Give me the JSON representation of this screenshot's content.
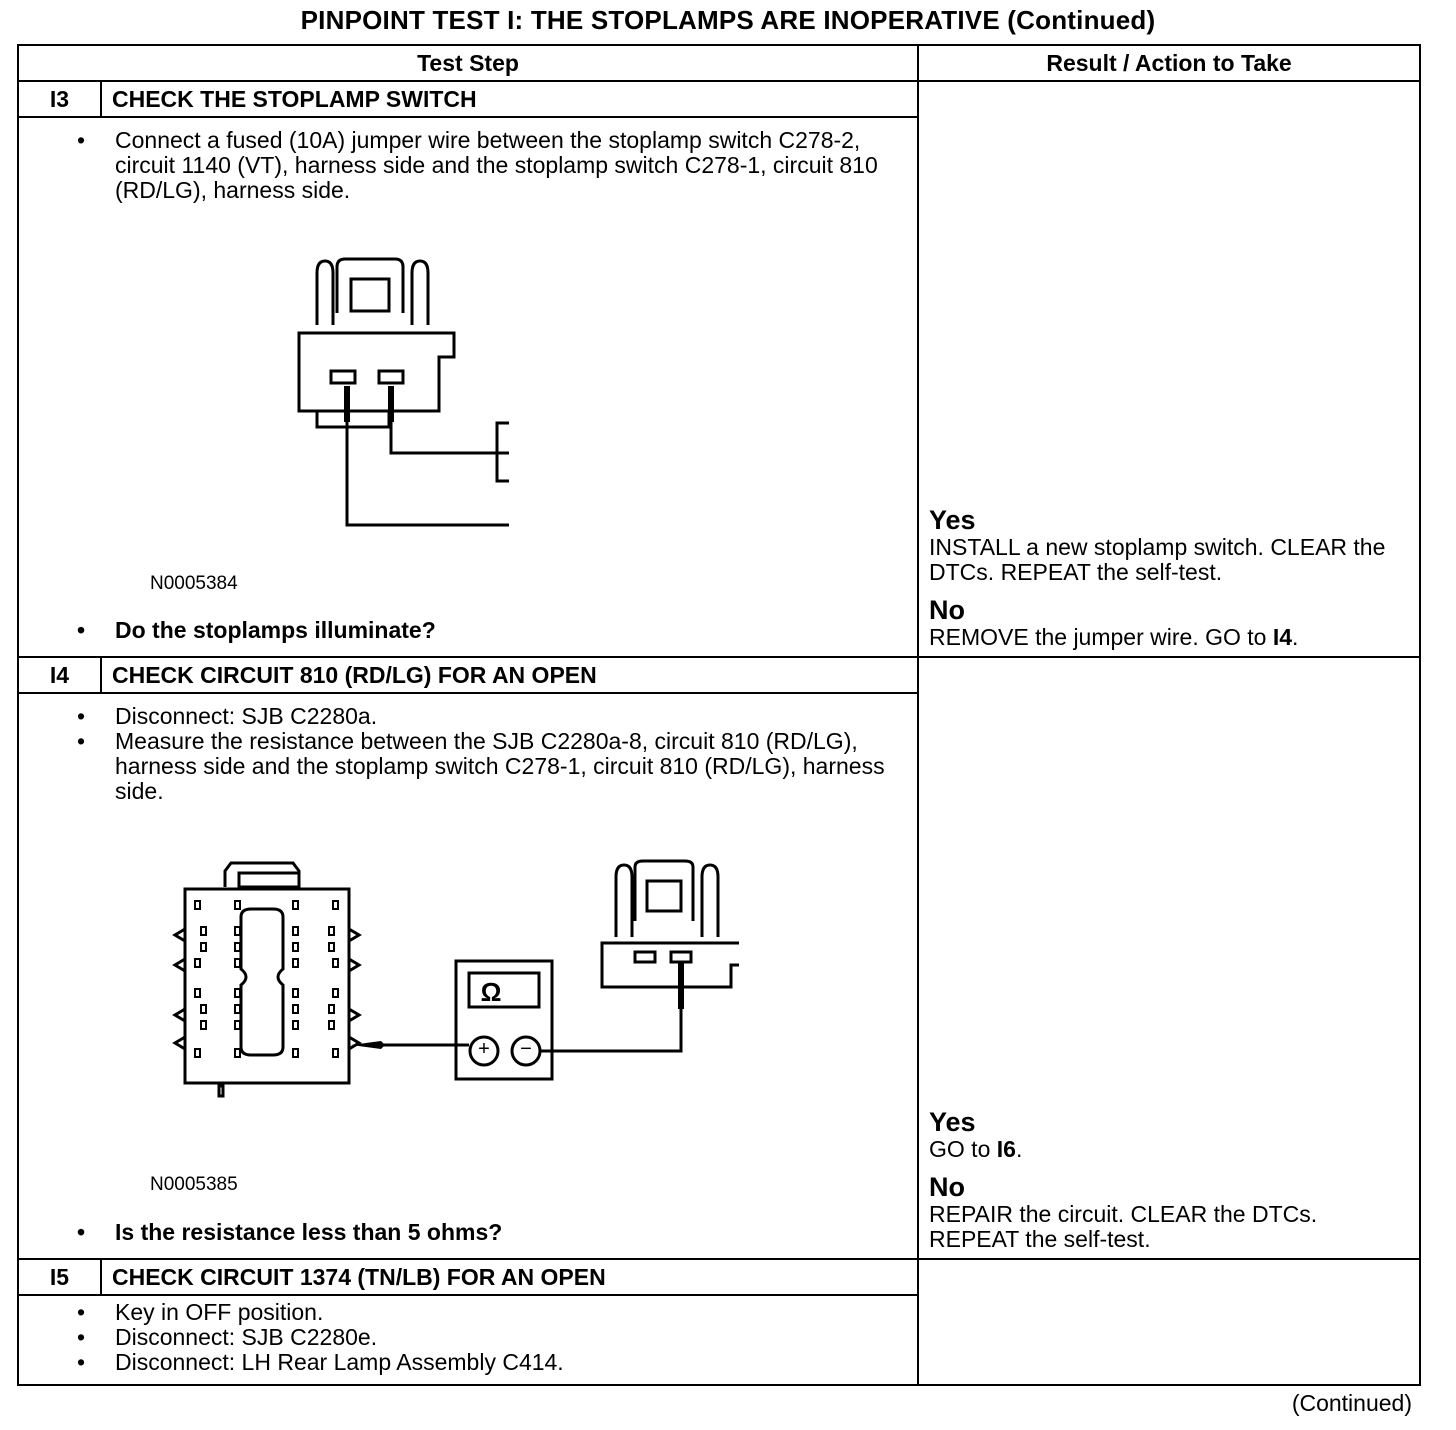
{
  "title": "PINPOINT TEST I: THE STOPLAMPS ARE INOPERATIVE (Continued)",
  "headers": {
    "test_step": "Test Step",
    "result": "Result / Action to Take"
  },
  "steps": [
    {
      "id": "I3",
      "title": "CHECK THE STOPLAMP SWITCH",
      "bullets": [
        "Connect a fused (10A) jumper wire between the stoplamp switch C278-2, circuit 1140 (VT), harness side and the stoplamp switch C278-1, circuit 810 (RD/LG), harness side."
      ],
      "figure_code": "N0005384",
      "question": "Do the stoplamps illuminate?",
      "yes_label": "Yes",
      "yes_text": "INSTALL a new stoplamp switch. CLEAR the DTCs. REPEAT the self-test.",
      "no_label": "No",
      "no_text_pre": "REMOVE the jumper wire. GO to ",
      "no_link": "I4",
      "no_text_post": "."
    },
    {
      "id": "I4",
      "title": "CHECK CIRCUIT 810 (RD/LG) FOR AN OPEN",
      "bullets": [
        "Disconnect: SJB C2280a.",
        "Measure the resistance between the SJB C2280a-8, circuit 810 (RD/LG), harness side and the stoplamp switch C278-1, circuit 810 (RD/LG), harness side."
      ],
      "figure_code": "N0005385",
      "meter_symbol": "Ω",
      "meter_plus": "+",
      "meter_minus": "−",
      "question": "Is the resistance less than 5 ohms?",
      "yes_label": "Yes",
      "yes_text_pre": "GO to ",
      "yes_link": "I6",
      "yes_text_post": ".",
      "no_label": "No",
      "no_text": "REPAIR the circuit. CLEAR the DTCs. REPEAT the self-test."
    },
    {
      "id": "I5",
      "title": "CHECK CIRCUIT 1374 (TN/LB) FOR AN OPEN",
      "bullets": [
        "Key in OFF position.",
        "Disconnect: SJB C2280e.",
        "Disconnect: LH Rear Lamp Assembly C414."
      ]
    }
  ],
  "continued": "(Continued)"
}
